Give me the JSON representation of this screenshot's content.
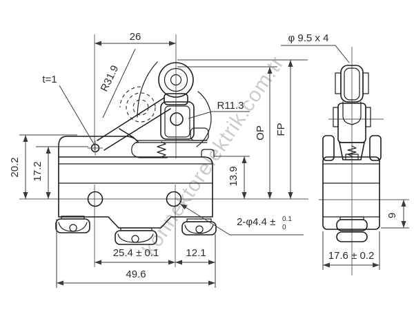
{
  "drawing": {
    "watermark": "konnektorelektrik.com.tr",
    "front_view": {
      "dim_lever_width": "26",
      "label_thickness": "t=1",
      "label_radius_lever": "R31.9",
      "label_radius_roller_arm": "R11.3",
      "label_roller_size": "φ 9.5 x 4",
      "label_op": "OP",
      "label_fp": "FP",
      "dim_body_top_to_hole": "13.9",
      "dim_plate_to_hole": "20.2",
      "dim_pivot_to_hole": "17.2",
      "label_holes": "2-φ4.4 ±",
      "holes_tol_upper": "0.1",
      "holes_tol_lower": "0",
      "dim_hole_spacing": "25.4 ± 0.1",
      "dim_hole_to_edge": "12.1",
      "dim_overall_width": "49.6"
    },
    "side_view": {
      "dim_depth": "17.6 ± 0.2",
      "dim_lower_height": "9"
    }
  }
}
